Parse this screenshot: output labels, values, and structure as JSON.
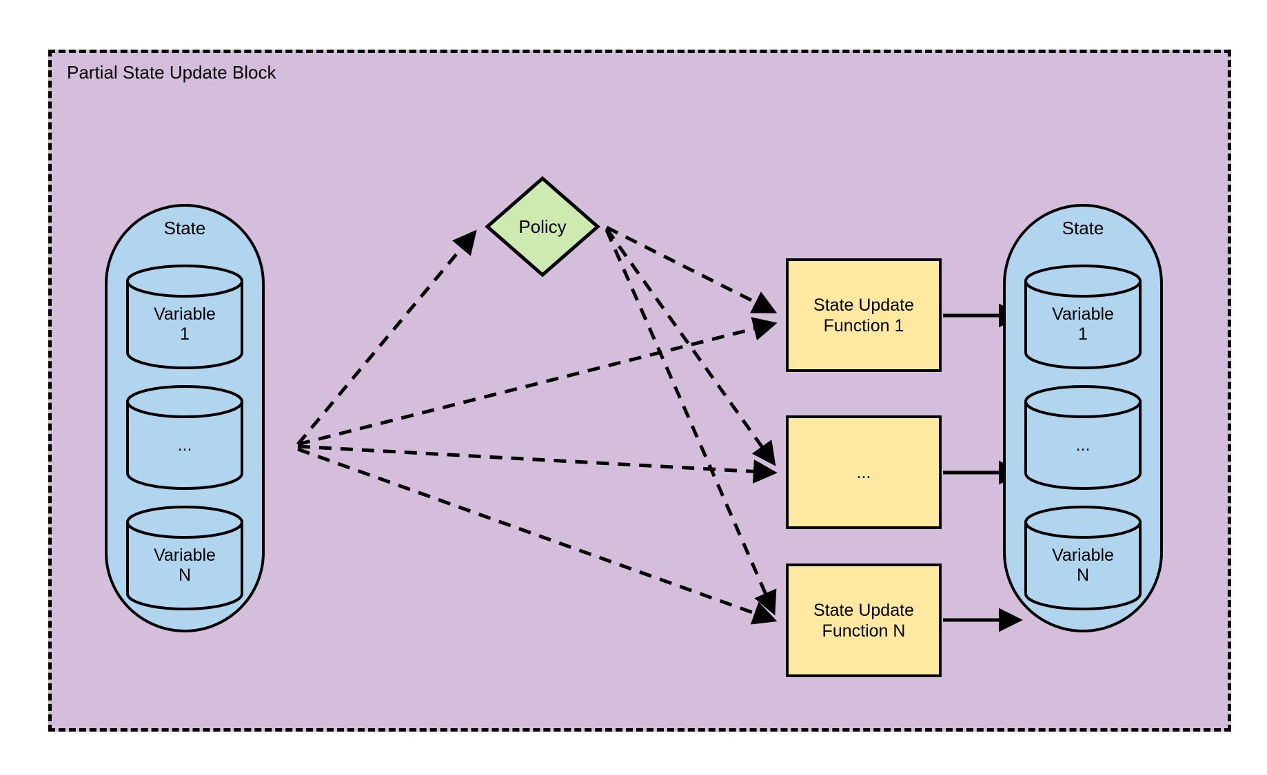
{
  "block": {
    "title": "Partial State Update Block",
    "fill": "#d5bddc",
    "border": "#000000",
    "border_style": "dashed"
  },
  "state_left": {
    "label": "State",
    "fill": "#b1d5ef",
    "variables": [
      {
        "name": "Variable\n1"
      },
      {
        "name": "..."
      },
      {
        "name": "Variable\nN"
      }
    ]
  },
  "state_right": {
    "label": "State",
    "fill": "#b1d5ef",
    "variables": [
      {
        "name": "Variable\n1"
      },
      {
        "name": "..."
      },
      {
        "name": "Variable\nN"
      }
    ]
  },
  "policy": {
    "label": "Policy",
    "fill": "#cfeab0"
  },
  "functions": {
    "fill": "#ffe9a0",
    "items": [
      {
        "label": "State Update\nFunction 1"
      },
      {
        "label": "..."
      },
      {
        "label": "State Update\nFunction N"
      }
    ]
  },
  "edges": {
    "dashed_color": "#000000",
    "solid_color": "#000000",
    "from_state_to_policy": "dashed",
    "from_state_to_functions": "dashed",
    "from_policy_to_functions": "dashed",
    "from_functions_to_state": "solid"
  }
}
